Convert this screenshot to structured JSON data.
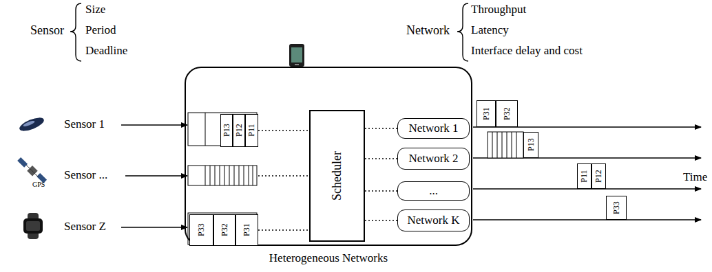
{
  "diagram": {
    "nodes": [
      {
        "text": [
          "Heterogeneous Networks"
        ]
      },
      {
        "text": [
          "P13"
        ],
        "in": 0
      },
      {
        "text": [
          "P12"
        ],
        "in": 0
      },
      {
        "text": [
          "P11"
        ],
        "in": 0
      },
      {
        "text": [
          "P33"
        ],
        "in": 0
      },
      {
        "text": [
          "P32"
        ],
        "in": 0
      },
      {
        "text": [
          "P31"
        ],
        "in": 0
      },
      {
        "text": [
          "Scheduler"
        ],
        "in": 0
      },
      {
        "text": [
          "Network 1"
        ],
        "in": 0
      },
      {
        "text": [
          "Network 2"
        ],
        "in": 0
      },
      {
        "text": [
          "..."
        ],
        "in": 0
      },
      {
        "text": [
          "Network K"
        ],
        "in": 0
      },
      {
        "text": [
          "P31"
        ]
      },
      {
        "text": [
          "P32"
        ]
      },
      {
        "text": [
          "P13"
        ]
      },
      {
        "text": [
          "P11"
        ]
      },
      {
        "text": [
          "P12"
        ]
      },
      {
        "text": [
          "P33"
        ]
      }
    ],
    "edges": [
      {
        "from": 3,
        "to": 7,
        "arrow": "none"
      },
      {
        "from": 6,
        "to": 7,
        "arrow": "none"
      },
      {
        "from": 7,
        "to": 8,
        "arrow": "none"
      },
      {
        "from": 7,
        "to": 9,
        "arrow": "none"
      },
      {
        "from": 7,
        "to": 10,
        "arrow": "none"
      },
      {
        "from": 7,
        "to": 11,
        "arrow": "none"
      }
    ],
    "labels": [
      "Sensor",
      "Size",
      "Period",
      "Deadline",
      "Network",
      "Throughput",
      "Latency",
      "Interface delay and cost",
      "Sensor 1",
      "GPS",
      "Sensor ...",
      "Sensor Z",
      "Time"
    ]
  }
}
